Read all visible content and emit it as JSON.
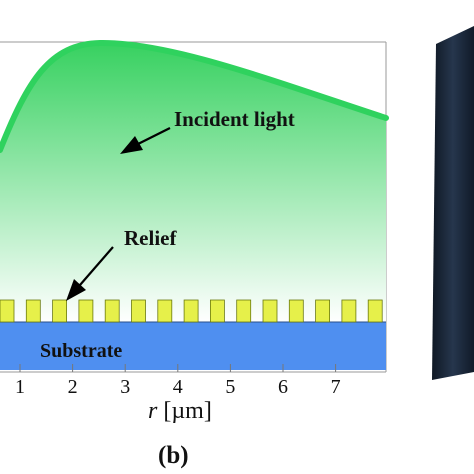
{
  "labels": {
    "incident": "Incident light",
    "relief": "Relief",
    "substrate": "Substrate",
    "xlabel_var": "r",
    "xlabel_unit": " [µm]",
    "panel": "(b)"
  },
  "ticks": [
    "1",
    "2",
    "3",
    "4",
    "5",
    "6",
    "7"
  ],
  "relief_count": 15,
  "colors": {
    "curve": "#2fd25e",
    "fill_top": "#37d160",
    "fill_bottom": "#ffffff",
    "relief": "#e6f04a",
    "relief_stroke": "#6b7a10",
    "substrate": "#4f8ff0",
    "bar": "#1a2536"
  }
}
